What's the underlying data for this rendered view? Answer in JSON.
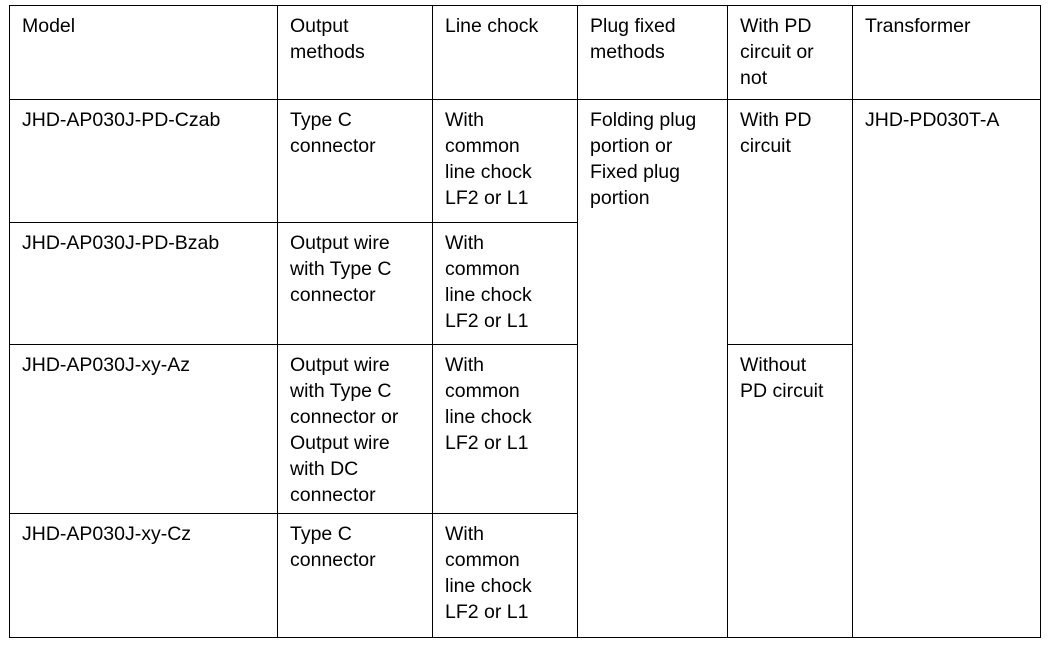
{
  "table": {
    "name": "model-specification-table",
    "columns": [
      {
        "key": "model",
        "label": "Model"
      },
      {
        "key": "output",
        "label": "Output\nmethods"
      },
      {
        "key": "chock",
        "label": "Line chock"
      },
      {
        "key": "plug",
        "label": "Plug fixed\nmethods"
      },
      {
        "key": "pd",
        "label": "With PD\ncircuit or\nnot"
      },
      {
        "key": "transformer",
        "label": "Transformer"
      }
    ],
    "rows": [
      {
        "model": "JHD-AP030J-PD-Czab",
        "output": "Type C\nconnector",
        "chock": "With\ncommon\nline chock\nLF2 or L1",
        "plug": "Folding plug\nportion or\nFixed plug\nportion",
        "pd": "With PD\ncircuit",
        "transformer": "JHD-PD030T-A"
      },
      {
        "model": "JHD-AP030J-PD-Bzab",
        "output": "Output wire\nwith Type C\nconnector",
        "chock": "With\ncommon\nline chock\nLF2 or L1"
      },
      {
        "model": "JHD-AP030J-xy-Az",
        "output": "Output wire\nwith Type C\nconnector or\nOutput wire\nwith DC\nconnector",
        "chock": "With\ncommon\nline chock\nLF2 or L1",
        "pd": "Without\nPD circuit"
      },
      {
        "model": "JHD-AP030J-xy-Cz",
        "output": "Type C\nconnector",
        "chock": "With\ncommon\nline chock\nLF2 or L1"
      }
    ],
    "merges": {
      "plug_rowspan": 4,
      "transformer_rowspan": 4,
      "pd_with_rowspan": 2,
      "pd_without_rowspan": 2
    },
    "style": {
      "border_color": "#000000",
      "background": "#ffffff",
      "text_color": "#000000"
    }
  }
}
